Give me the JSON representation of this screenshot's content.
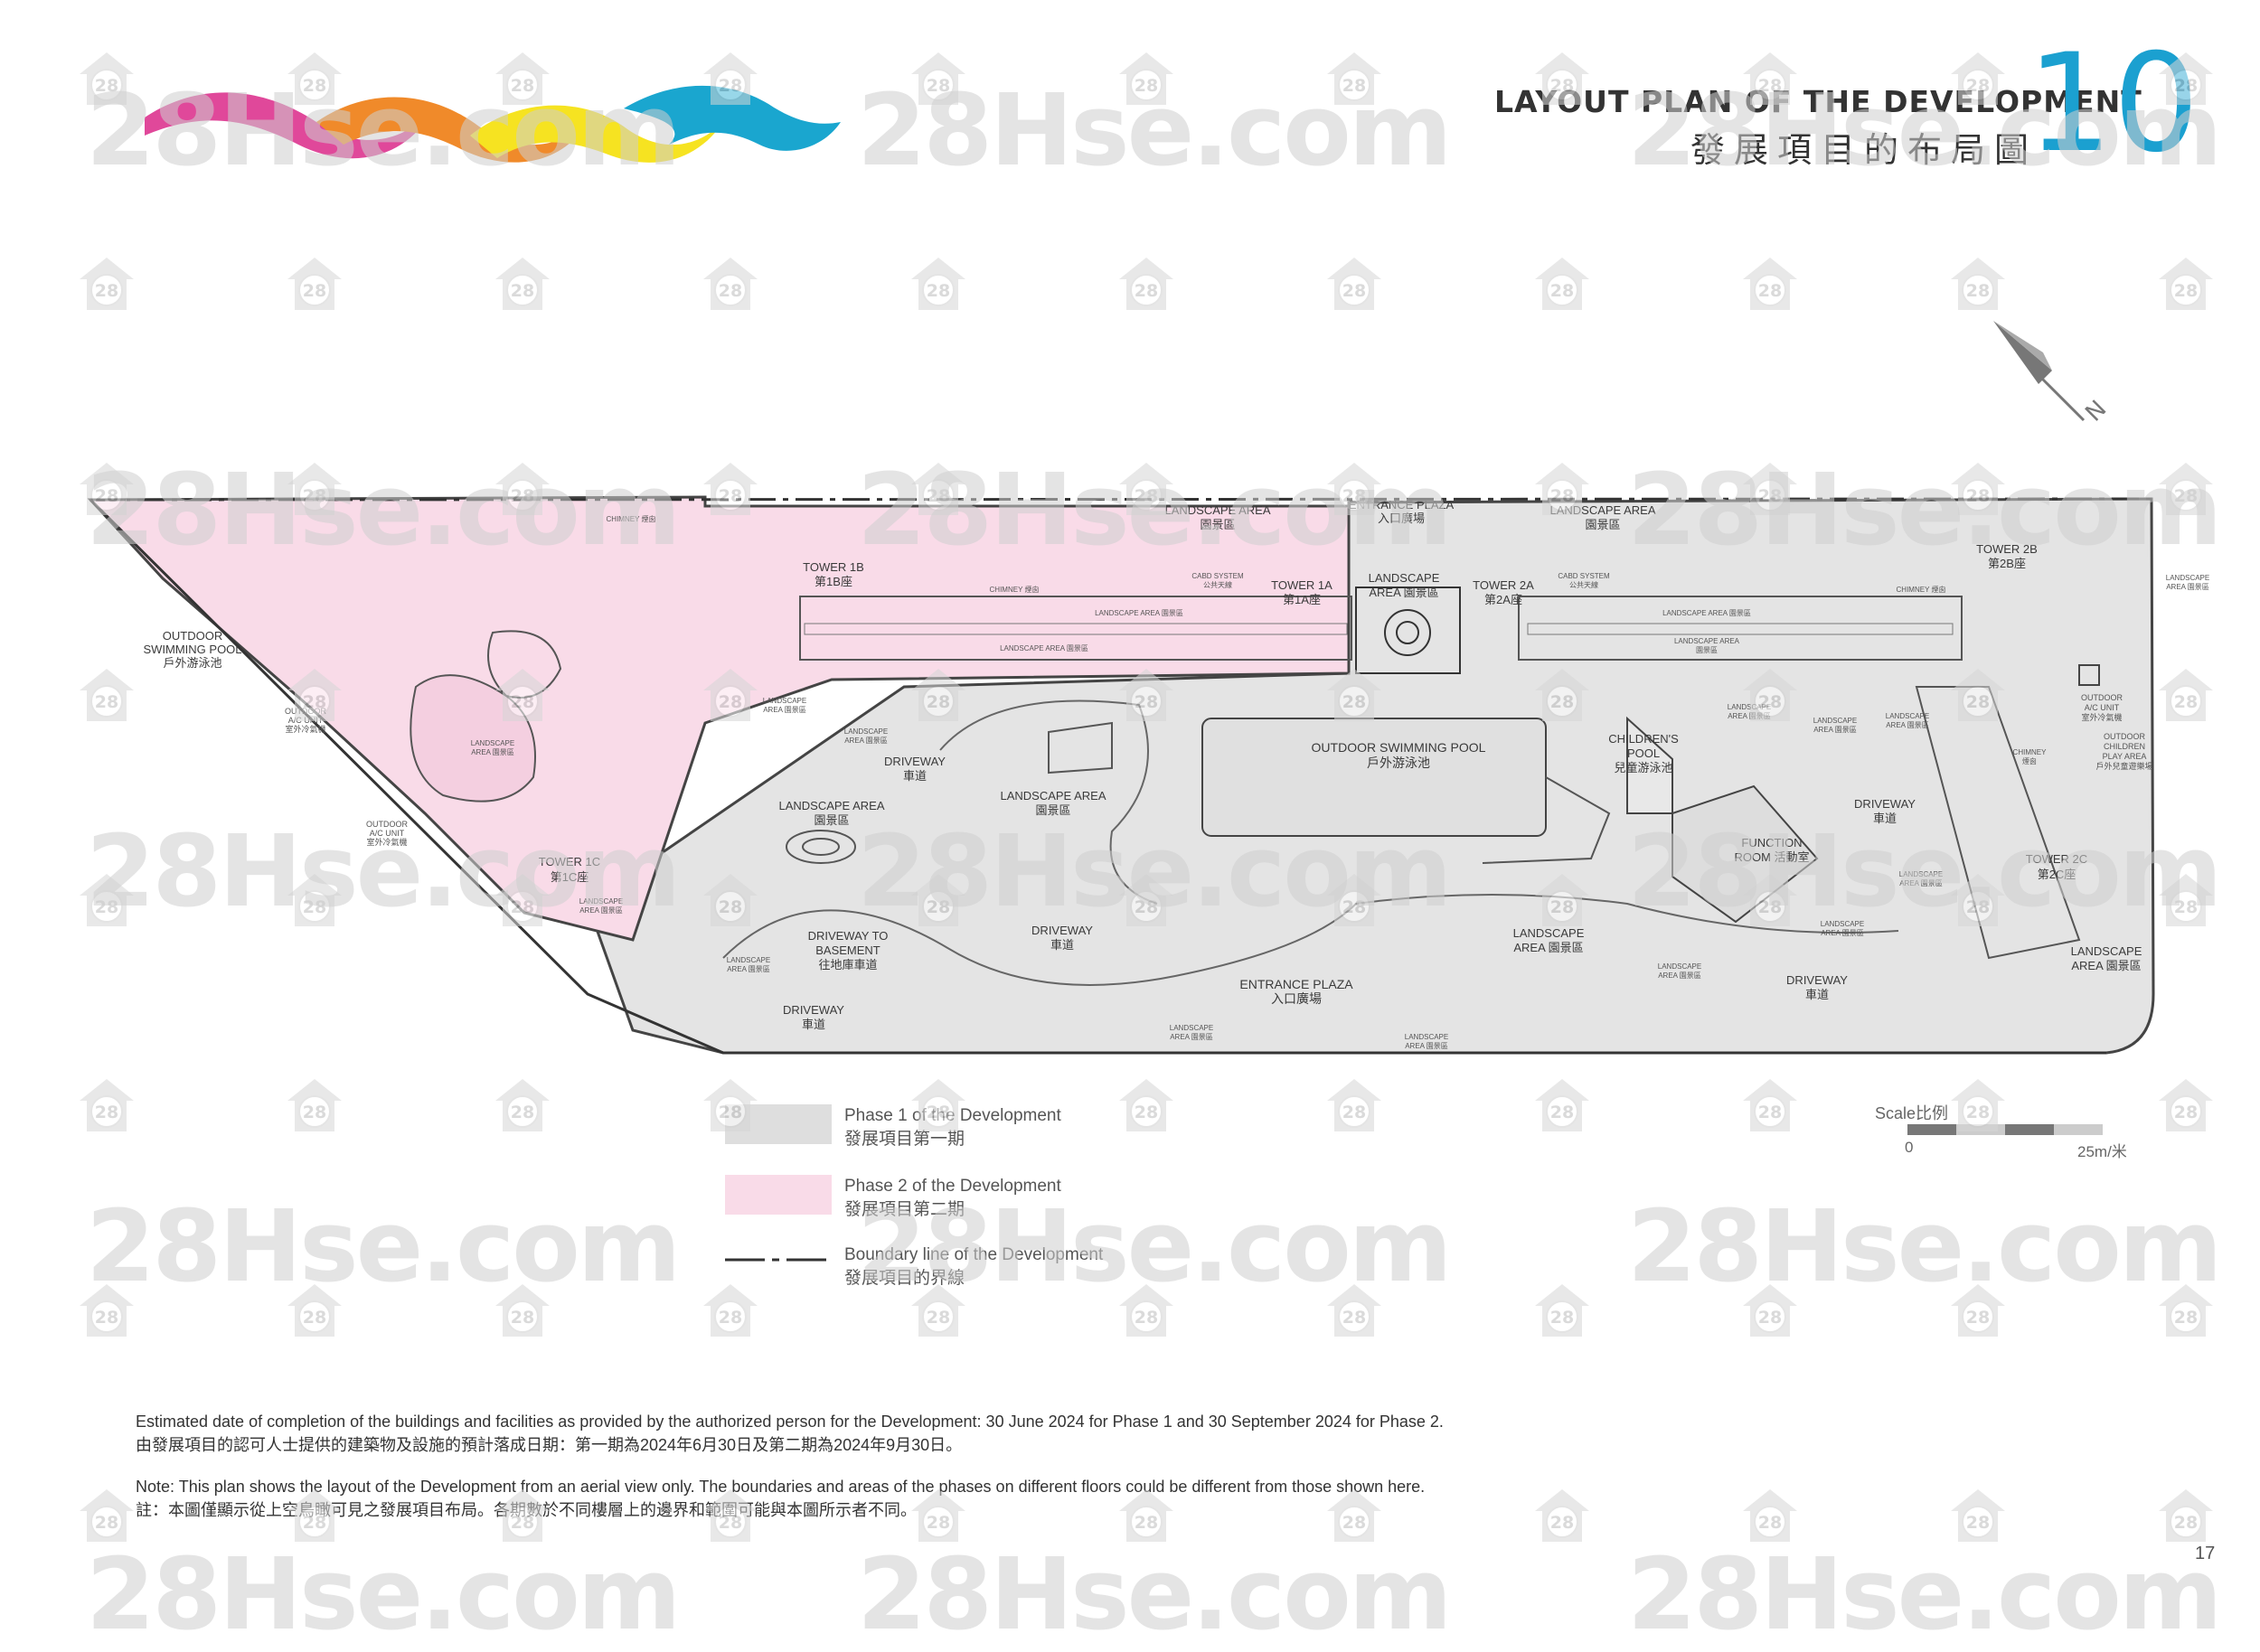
{
  "header": {
    "title_en": "LAYOUT PLAN OF THE DEVELOPMENT",
    "title_zh": "發展項目的布局圖",
    "section_number": "10"
  },
  "watermark": {
    "site_text": "28Hse.com",
    "logo_text": "28"
  },
  "plan": {
    "labels": {
      "outdoor_pool_left": [
        "OUTDOOR",
        "SWIMMING POOL",
        "戶外游泳池"
      ],
      "outdoor_ac_left": [
        "OUTDOOR",
        "A/C UNIT",
        "室外冷氣機"
      ],
      "outdoor_ac_left2": [
        "OUTDOOR",
        "A/C UNIT",
        "室外冷氣機"
      ],
      "chimney_top": "CHIMNEY 煙囪",
      "tower_1b": [
        "TOWER 1B",
        "第1B座"
      ],
      "tower_1a": [
        "TOWER 1A",
        "第1A座"
      ],
      "tower_1c": [
        "TOWER 1C",
        "第1C座"
      ],
      "tower_2a": [
        "TOWER 2A",
        "第2A座"
      ],
      "tower_2b": [
        "TOWER 2B",
        "第2B座"
      ],
      "tower_2c": [
        "TOWER 2C",
        "第2C座"
      ],
      "landscape_top1": [
        "LANDSCAPE AREA",
        "園景區"
      ],
      "landscape_top2": [
        "LANDSCAPE AREA",
        "園景區"
      ],
      "landscape_center": [
        "LANDSCAPE",
        "AREA 園景區"
      ],
      "entrance_plaza_top": [
        "ENTRANCE PLAZA",
        "入口廣場"
      ],
      "entrance_plaza_bottom": [
        "ENTRANCE PLAZA",
        "入口廣場"
      ],
      "cabd_1": [
        "CABD SYSTEM",
        "公共天線"
      ],
      "cabd_2": [
        "CABD SYSTEM",
        "公共天線"
      ],
      "chimney_1": "CHIMNEY 煙囪",
      "chimney_2": "CHIMNEY 煙囪",
      "chimney_3": [
        "CHIMNEY",
        "煙囪"
      ],
      "landscape_strip_1": "LANDSCAPE AREA 園景區",
      "landscape_strip_2": "LANDSCAPE AREA 園景區",
      "landscape_strip_3": "LANDSCAPE AREA 園景區",
      "landscape_strip_4": [
        "LANDSCAPE AREA",
        "園景區"
      ],
      "landscape_small_a": [
        "LANDSCAPE",
        "AREA 園景區"
      ],
      "landscape_small_b": [
        "LANDSCAPE",
        "AREA 園景區"
      ],
      "landscape_small_c": [
        "LANDSCAPE",
        "AREA 園景區"
      ],
      "landscape_small_d": [
        "LANDSCAPE",
        "AREA 園景區"
      ],
      "landscape_small_e": [
        "LANDSCAPE",
        "AREA 園景區"
      ],
      "landscape_small_f": [
        "LANDSCAPE",
        "AREA 園景區"
      ],
      "landscape_small_g": [
        "LANDSCAPE",
        "AREA 園景區"
      ],
      "landscape_small_h": [
        "LANDSCAPE",
        "AREA 園景區"
      ],
      "landscape_small_i": [
        "LANDSCAPE",
        "AREA 園景區"
      ],
      "landscape_small_j": [
        "LANDSCAPE",
        "AREA 園景區"
      ],
      "landscape_small_k": [
        "LANDSCAPE",
        "AREA 園景區"
      ],
      "landscape_small_l": [
        "LANDSCAPE",
        "AREA 園景區"
      ],
      "landscape_right_edge": [
        "LANDSCAPE",
        "AREA 園景區"
      ],
      "landscape_mid_left": [
        "LANDSCAPE AREA",
        "園景區"
      ],
      "landscape_mid_center": [
        "LANDSCAPE AREA",
        "園景區"
      ],
      "landscape_bottom_center": [
        "LANDSCAPE",
        "AREA 園景區"
      ],
      "landscape_bottom_right": [
        "LANDSCAPE",
        "AREA 園景區"
      ],
      "outdoor_pool_center": [
        "OUTDOOR SWIMMING POOL",
        "戶外游泳池"
      ],
      "childrens_pool": [
        "CHILDREN'S",
        "POOL",
        "兒童游泳池"
      ],
      "outdoor_ac_right": [
        "OUTDOOR",
        "A/C UNIT",
        "室外冷氣機"
      ],
      "children_play": [
        "OUTDOOR",
        "CHILDREN",
        "PLAY AREA",
        "戶外兒童遊樂場"
      ],
      "driveway_1": [
        "DRIVEWAY",
        "車道"
      ],
      "driveway_2": [
        "DRIVEWAY",
        "車道"
      ],
      "driveway_3": [
        "DRIVEWAY",
        "車道"
      ],
      "driveway_4": [
        "DRIVEWAY",
        "車道"
      ],
      "driveway_5": [
        "DRIVEWAY",
        "車道"
      ],
      "driveway_basement": [
        "DRIVEWAY TO",
        "BASEMENT",
        "往地庫車道"
      ],
      "function_room": [
        "FUNCTION",
        "ROOM 活動室"
      ],
      "landscape_area_right_bottom": [
        "LANDSCAPE",
        "AREA 園景區"
      ],
      "north_arrow": "N"
    }
  },
  "legend": {
    "phase1": [
      "Phase 1 of the Development",
      "發展項目第一期"
    ],
    "phase2": [
      "Phase 2 of the Development",
      "發展項目第二期"
    ],
    "boundary": [
      "Boundary line of the Development",
      "發展項目的界線"
    ],
    "phase1_color": "#dedede",
    "phase2_color": "#f9dbe8"
  },
  "scale": {
    "label": "Scale比例",
    "start": "0",
    "end": "25m/米"
  },
  "notes": {
    "completion_en": "Estimated date of completion of the buildings and facilities as provided by the authorized person for the Development: 30 June 2024 for Phase 1 and 30 September 2024 for Phase 2.",
    "completion_zh": "由發展項目的認可人士提供的建築物及設施的預計落成日期：第一期為2024年6月30日及第二期為2024年9月30日。",
    "aerial_en": "Note: This plan shows the layout of the Development from an aerial view only. The boundaries and areas of the phases on different floors could be different from those shown here.",
    "aerial_zh": "註：本圖僅顯示從上空鳥瞰可見之發展項目布局。各期數於不同樓層上的邊界和範圍可能與本圖所示者不同。"
  },
  "page_number": "17",
  "colors": {
    "accent_blue": "#1ba0d0",
    "ribbon_pink": "#e0489a",
    "ribbon_orange": "#f08a2a",
    "ribbon_yellow": "#f6e321",
    "ribbon_blue": "#1aa6cf"
  }
}
